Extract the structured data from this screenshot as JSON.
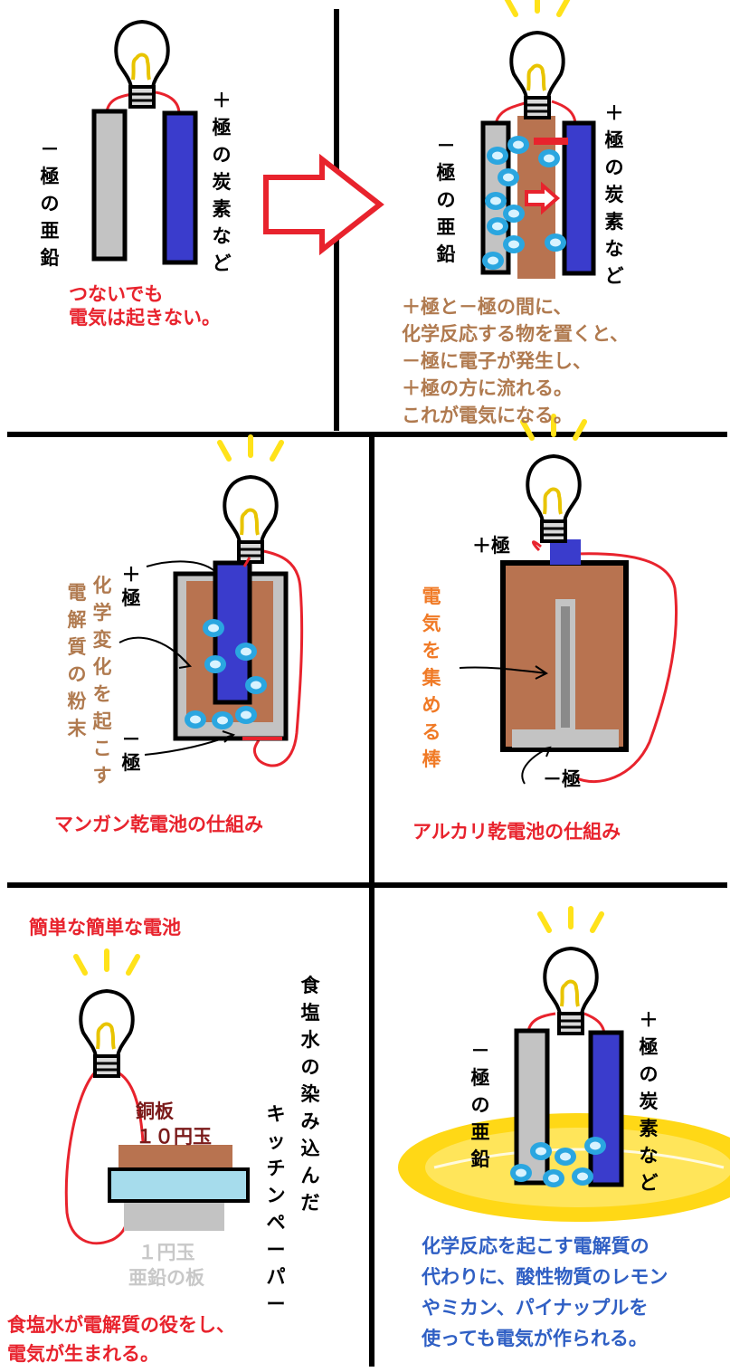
{
  "colors": {
    "red": "#e8232d",
    "brown_text": "#b07a4f",
    "orange_text": "#f07a26",
    "blue_text": "#2f5fc4",
    "electrode_gray": "#c3c3c3",
    "electrode_blue": "#3a3ccc",
    "electrolyte_brown": "#b87350",
    "electron_blue": "#2aa6e0",
    "bulb_yellow": "#ffe21a",
    "lemon_yellow": "#ffd60a",
    "paper_blue": "#a6dcec",
    "dark_red_text": "#7a1a1a"
  },
  "panel1": {
    "minus_label": "－極の亜鉛",
    "plus_label": "＋極の炭素など",
    "caption": "つないでも\n電気は起きない。"
  },
  "panel2": {
    "minus_label": "－極の亜鉛",
    "plus_label": "＋極の炭素など",
    "caption": "＋極と－極の間に、\n化学反応する物を置くと、\n－極に電子が発生し、\n＋極の方に流れる。\nこれが電気になる。"
  },
  "panel3": {
    "plus_label": "＋極",
    "minus_label": "－極",
    "electrolyte_label": "電解質の粉末",
    "reaction_label": "化学変化を起こす",
    "caption": "マンガン乾電池の仕組み"
  },
  "panel4": {
    "plus_label": "＋極",
    "minus_label": "－極",
    "rod_label": "電気を集める棒",
    "caption": "アルカリ乾電池の仕組み"
  },
  "panel5": {
    "title": "簡単な簡単な電池",
    "copper_label": "銅板\n１０円玉",
    "zinc_label": "１円玉\n亜鉛の板",
    "salt_label": "食塩水の染み込んだ",
    "paper_label": "キッチンペーパー",
    "caption": "食塩水が電解質の役をし、\n電気が生まれる。"
  },
  "panel6": {
    "minus_label": "－極の亜鉛",
    "plus_label": "＋極の炭素など",
    "caption": "化学反応を起こす電解質の\n代わりに、酸性物質のレモン\nやミカン、パイナップルを\n使っても電気が作られる。"
  }
}
